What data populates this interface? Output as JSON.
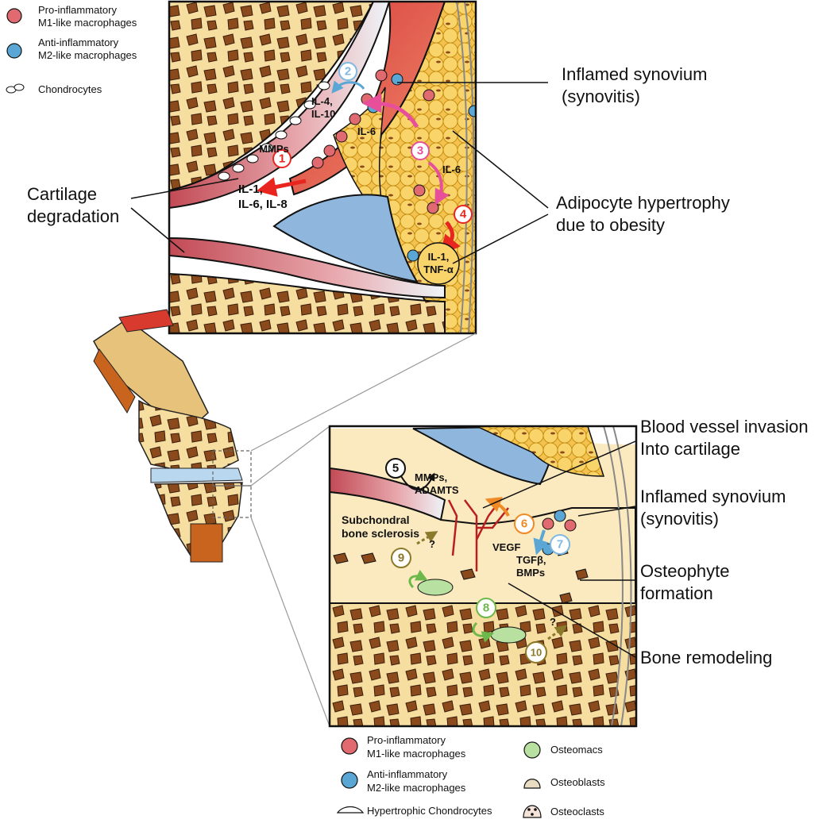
{
  "legend_top": {
    "items": [
      {
        "line1": "Pro-inflammatory",
        "line2": "M1-like macrophages",
        "color": "#e06a6f"
      },
      {
        "line1": "Anti-inflammatory",
        "line2": "M2-like macrophages",
        "color": "#5aa7d6"
      },
      {
        "line1": "Chondrocytes",
        "line2": "",
        "color": "#ffffff"
      }
    ]
  },
  "legend_bottom": {
    "left": [
      {
        "line1": "Pro-inflammatory",
        "line2": "M1-like macrophages",
        "color": "#e06a6f"
      },
      {
        "line1": "Anti-inflammatory",
        "line2": "M2-like macrophages",
        "color": "#5aa7d6"
      },
      {
        "line1": "Hypertrophic Chondrocytes",
        "line2": "",
        "color": "#ffffff"
      }
    ],
    "right": [
      {
        "label": "Osteomacs",
        "color": "#b8e0a0"
      },
      {
        "label": "Osteoblasts",
        "color": "#e8dcc2"
      },
      {
        "label": "Osteoclasts",
        "color": "#f3e3d8"
      }
    ]
  },
  "callouts": {
    "inflamed_synovium_top": [
      "Inflamed synovium",
      "(synovitis)"
    ],
    "cartilage_degradation": [
      "Cartilage",
      "degradation"
    ],
    "adipocyte": [
      "Adipocyte hypertrophy",
      "due to obesity"
    ],
    "blood_vessel": [
      "Blood vessel invasion",
      "Into cartilage"
    ],
    "inflamed_synovium_bottom": [
      "Inflamed synovium",
      "(synovitis)"
    ],
    "osteophyte": [
      "Osteophyte",
      "formation"
    ],
    "bone_remodeling": [
      "Bone remodeling"
    ]
  },
  "top_panel": {
    "steps": [
      {
        "n": "1",
        "color": "#e8261f"
      },
      {
        "n": "2",
        "color": "#7fb8e0"
      },
      {
        "n": "3",
        "color": "#e84f9a"
      },
      {
        "n": "4",
        "color": "#e8261f"
      }
    ],
    "cytokines": {
      "mmps": "MMPs",
      "il4": "IL-4,",
      "il10": "IL-10",
      "il6_a": "IL-6",
      "il6_b": "IL-6",
      "il1_line1": "IL-1,",
      "il1_line2": "IL-6, IL-8",
      "tnf_line1": "IL-1,",
      "tnf_line2": "TNF-α"
    }
  },
  "bottom_panel": {
    "steps": [
      {
        "n": "5",
        "color": "#111111"
      },
      {
        "n": "6",
        "color": "#f08a24"
      },
      {
        "n": "7",
        "color": "#7fb8e0"
      },
      {
        "n": "8",
        "color": "#6db84b"
      },
      {
        "n": "9",
        "color": "#8a7a2a"
      },
      {
        "n": "10",
        "color": "#8a7a2a"
      }
    ],
    "labels": {
      "mmps": "MMPs,",
      "adamts": "ADAMTS",
      "subchondral_1": "Subchondral",
      "subchondral_2": "bone sclerosis",
      "vegf": "VEGF",
      "tgf": "TGFβ,",
      "bmps": "BMPs",
      "q1": "?",
      "q2": "?"
    }
  }
}
